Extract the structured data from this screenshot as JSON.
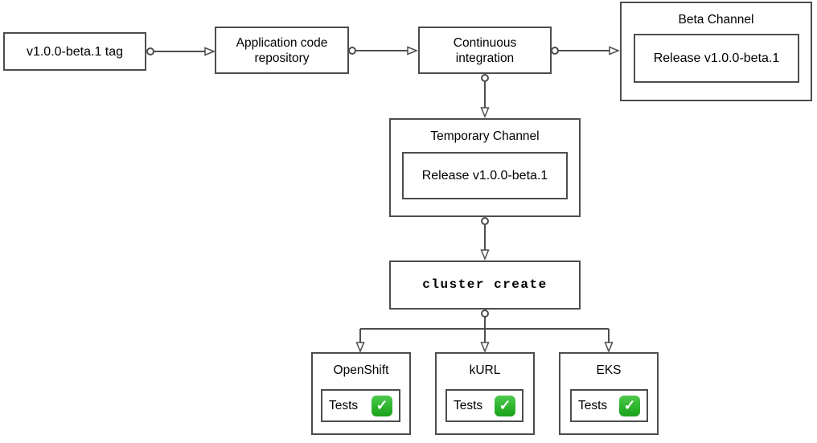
{
  "diagram": {
    "nodes": {
      "tag": {
        "label": "v1.0.0-beta.1 tag"
      },
      "app_repo": {
        "label": "Application code repository"
      },
      "ci": {
        "label": "Continuous integration"
      },
      "beta_channel": {
        "title": "Beta Channel",
        "release_label": "Release v1.0.0-beta.1"
      },
      "temp_channel": {
        "title": "Temporary Channel",
        "release_label": "Release v1.0.0-beta.1"
      },
      "cluster_create": {
        "label": "cluster create"
      },
      "openshift": {
        "title": "OpenShift",
        "tests_label": "Tests"
      },
      "kurl": {
        "title": "kURL",
        "tests_label": "Tests"
      },
      "eks": {
        "title": "EKS",
        "tests_label": "Tests"
      }
    },
    "icons": {
      "check_glyph": "✓"
    },
    "colors": {
      "border": "#4d4d4d",
      "check_green": "#2db52d",
      "text": "#000000",
      "background": "#ffffff"
    }
  }
}
